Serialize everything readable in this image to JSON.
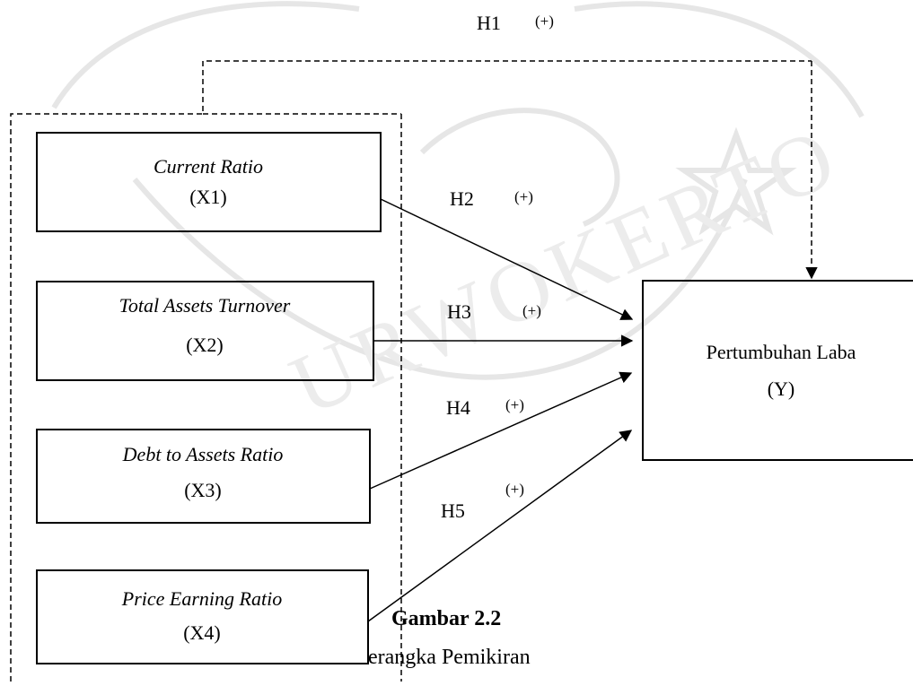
{
  "variables": [
    {
      "name": "Current Ratio",
      "code": "(X1)"
    },
    {
      "name": "Total Assets Turnover",
      "code": "(X2)"
    },
    {
      "name": "Debt to Assets Ratio",
      "code": "(X3)"
    },
    {
      "name": "Price Earning Ratio",
      "code": "(X4)"
    }
  ],
  "dependent": {
    "name": "Pertumbuhan Laba",
    "code": "(Y)"
  },
  "hypotheses": [
    {
      "label": "H1",
      "sign": "(+)"
    },
    {
      "label": "H2",
      "sign": "(+)"
    },
    {
      "label": "H3",
      "sign": "(+)"
    },
    {
      "label": "H4",
      "sign": "(+)"
    },
    {
      "label": "H5",
      "sign": "(+)"
    }
  ],
  "caption": {
    "title": "Gambar 2.2",
    "subtitle": "erangka Pemikiran"
  },
  "watermark": "URWOKERTO"
}
